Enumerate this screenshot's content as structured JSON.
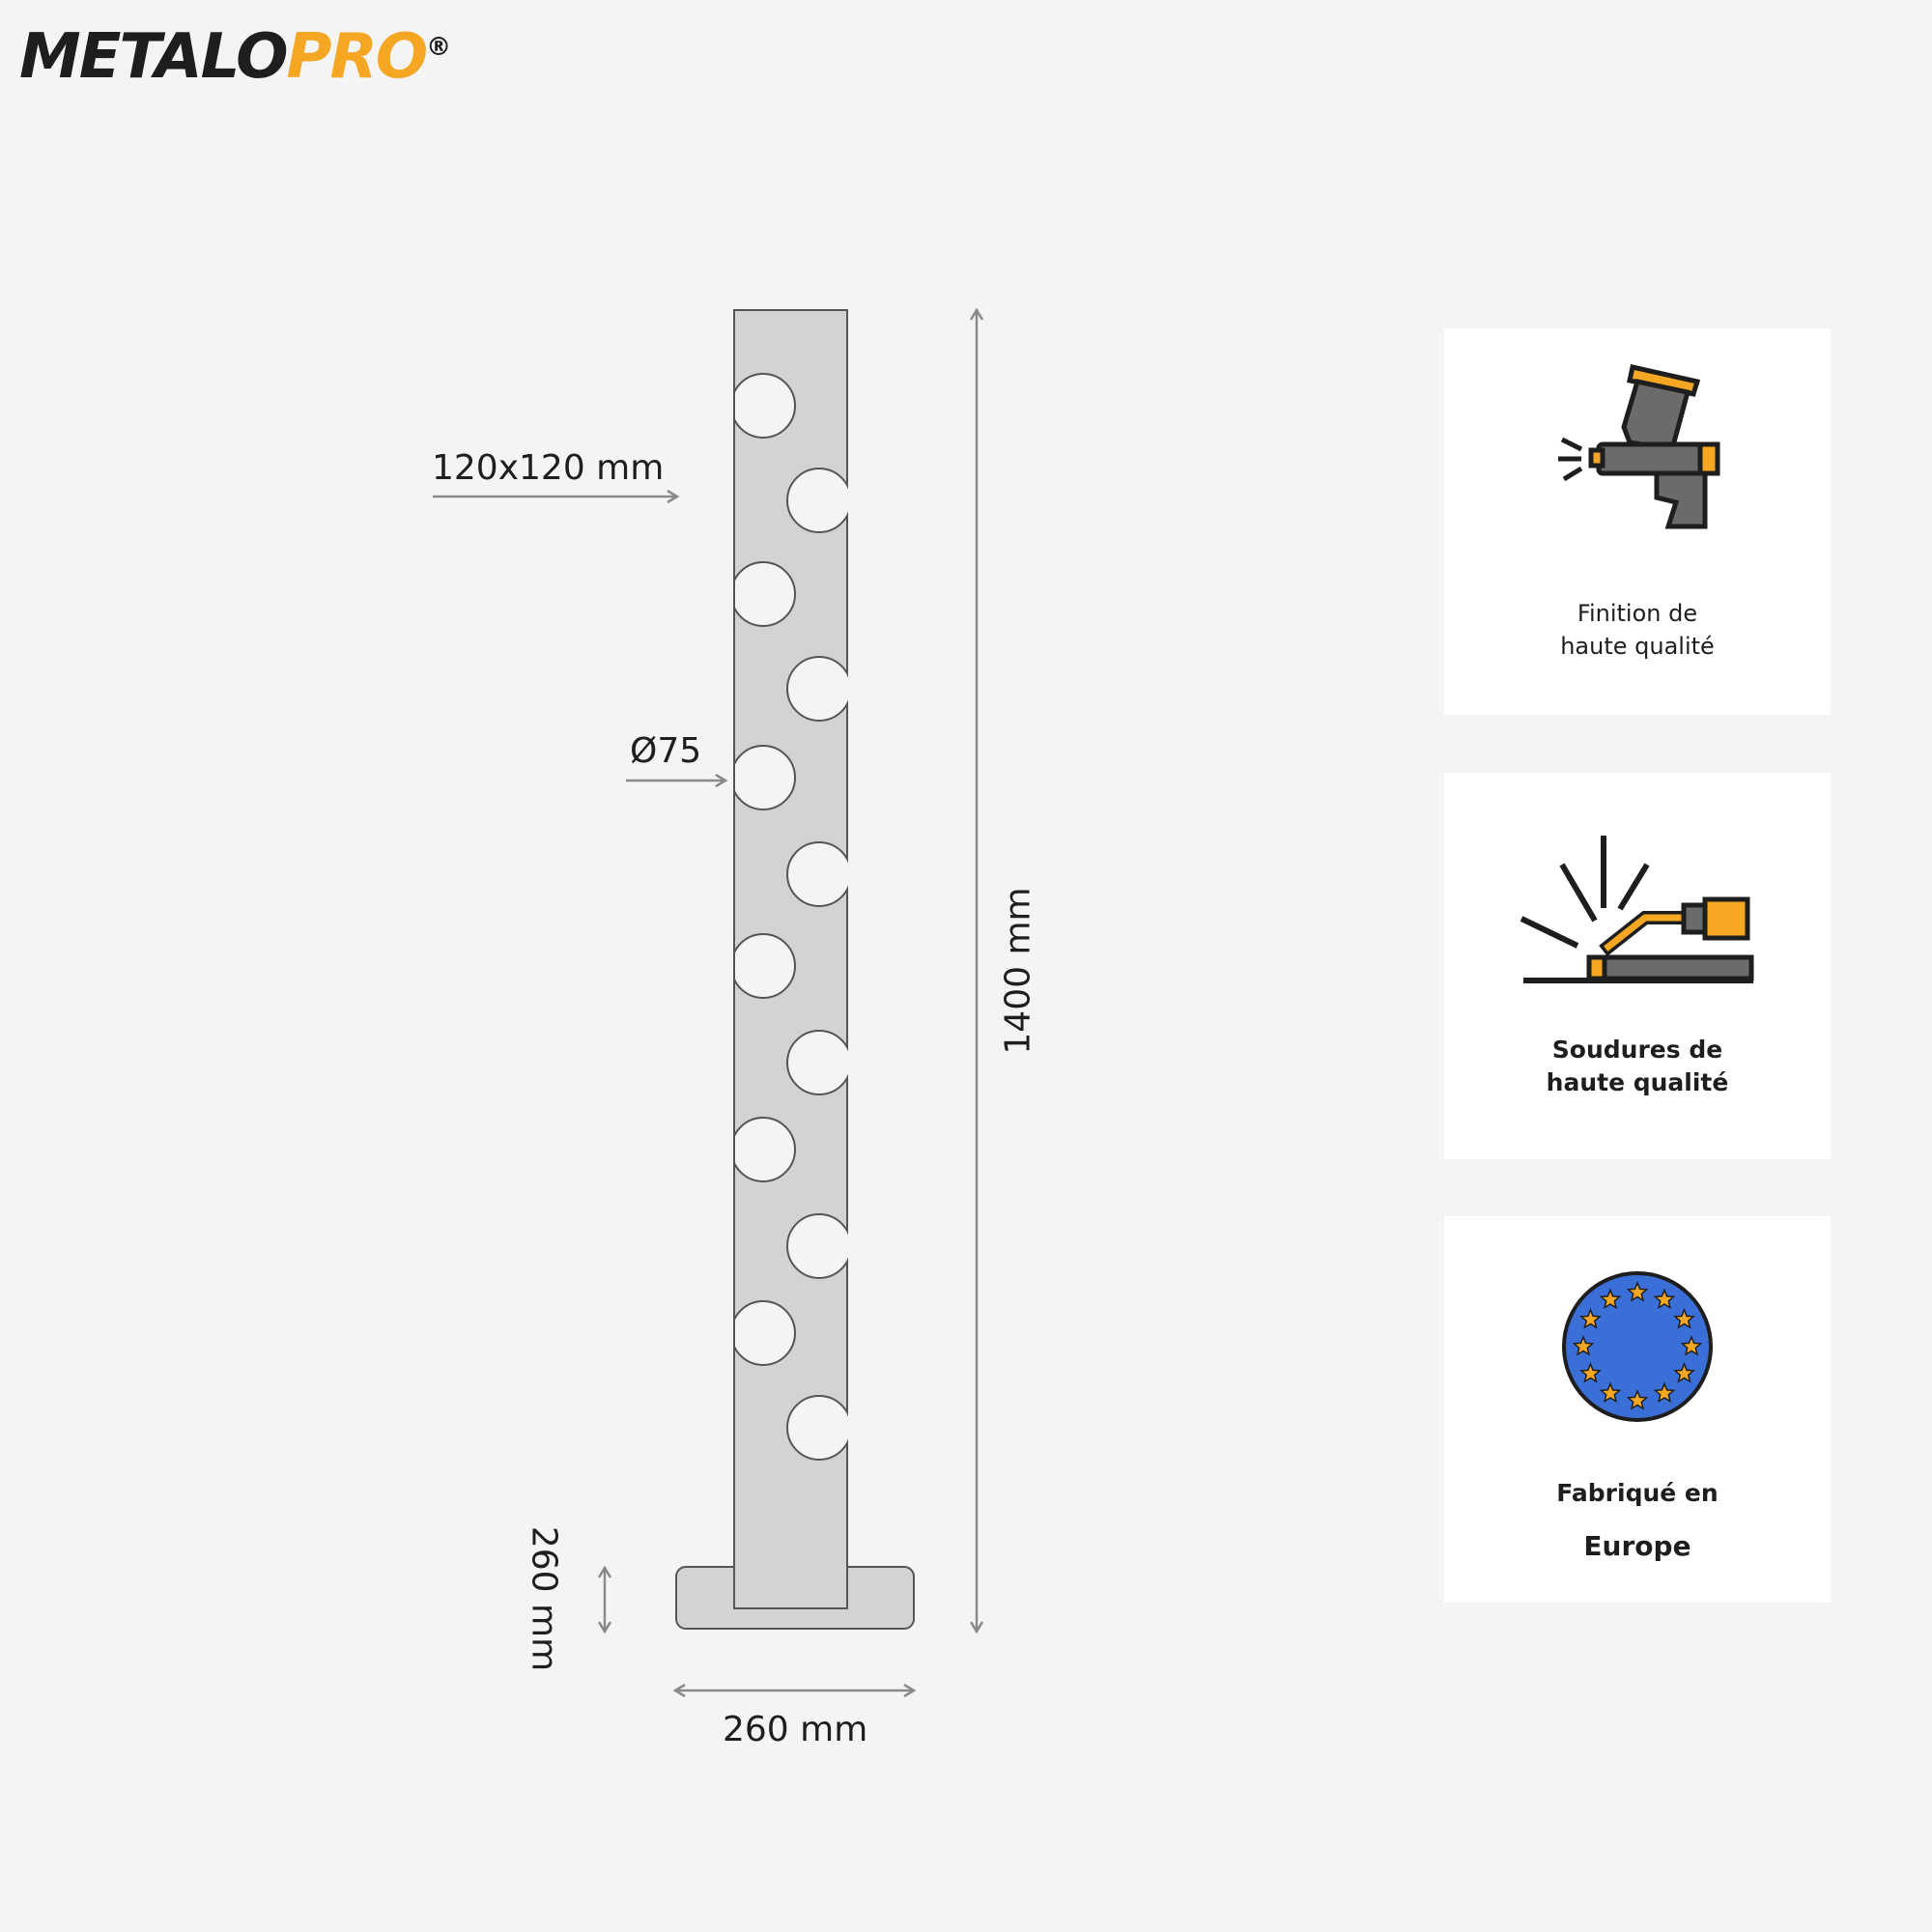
{
  "brand": {
    "part1": "METALO",
    "part2": "PRO",
    "registered": "®"
  },
  "dimensions": {
    "section": "120x120 mm",
    "hole_diameter": "Ø75",
    "height": "1400 mm",
    "base_height": "260 mm",
    "base_width": "260 mm"
  },
  "features": [
    {
      "line1": "Finition de",
      "line2": "haute qualité",
      "icon": "spray-gun-icon"
    },
    {
      "line1": "Soudures de",
      "line2": "haute qualité",
      "icon": "welding-torch-icon"
    },
    {
      "line1": "Fabriqué en",
      "line2": "Europe",
      "icon": "eu-flag-icon"
    }
  ],
  "colors": {
    "accent": "#f5a623",
    "dark": "#1e1e1e",
    "post": "#d3d3d3",
    "arrow": "#8a8a8a",
    "eu_blue": "#3b6fd8"
  }
}
